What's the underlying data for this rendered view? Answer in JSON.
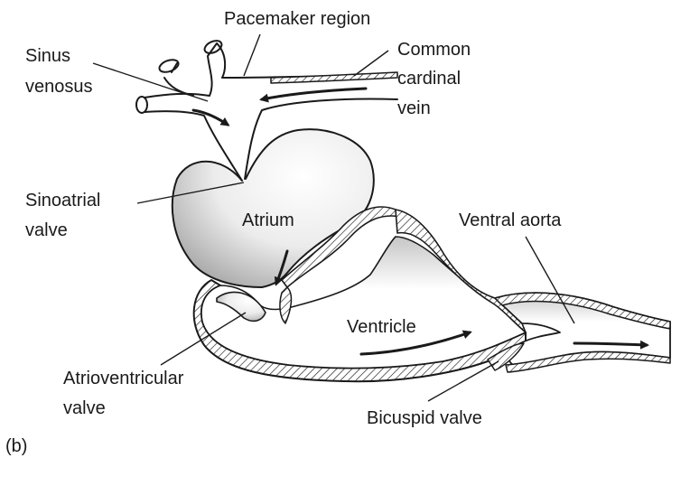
{
  "labels": {
    "pacemaker": "Pacemaker region",
    "sinus_venosus": [
      "Sinus",
      "venosus"
    ],
    "common_cardinal_vein": [
      "Common",
      "cardinal",
      "vein"
    ],
    "sinoatrial_valve": [
      "Sinoatrial",
      "valve"
    ],
    "atrium": "Atrium",
    "ventral_aorta": "Ventral aorta",
    "ventricle": "Ventricle",
    "atrioventricular_valve": [
      "Atrioventricular",
      "valve"
    ],
    "bicuspid_valve": "Bicuspid valve",
    "panel": "(b)"
  },
  "colors": {
    "ink": "#1a1a1a",
    "stipple": "#b9b9b9",
    "background": "#ffffff"
  }
}
